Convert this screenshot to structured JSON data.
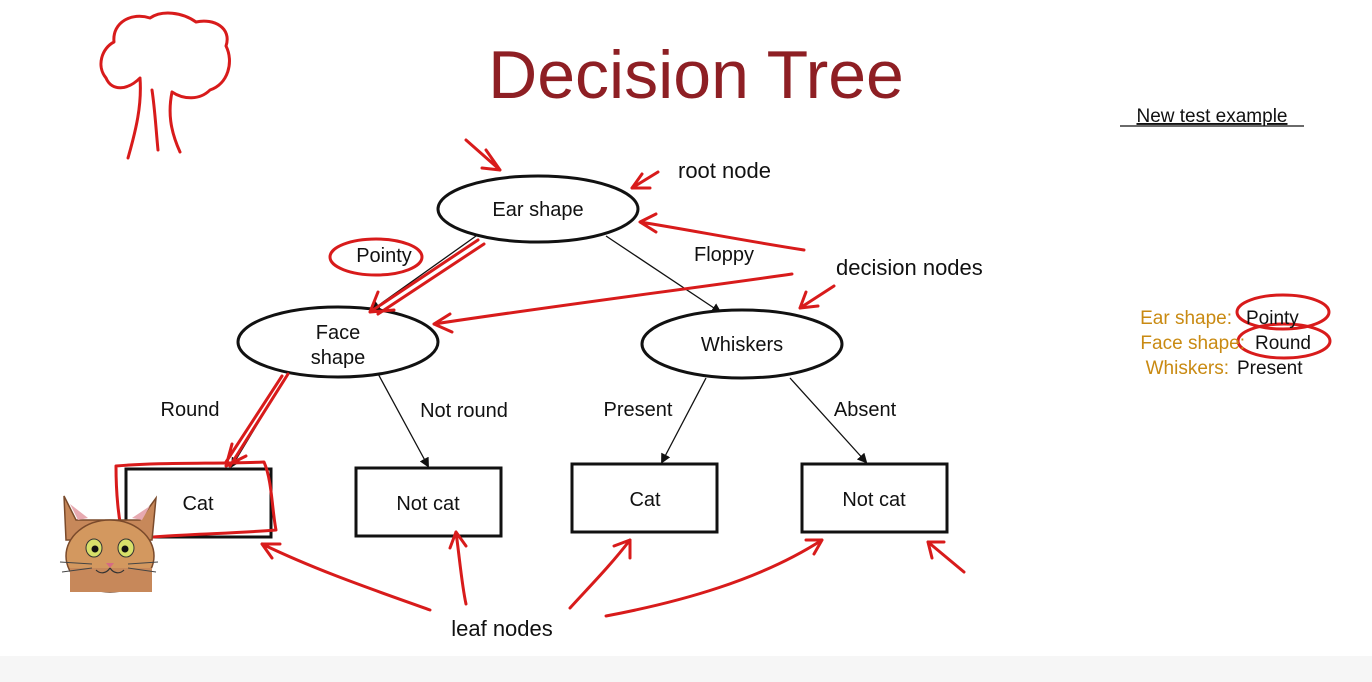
{
  "title": "Decision Tree",
  "test_example": {
    "heading": "New test example",
    "features": [
      {
        "label": "Ear shape:",
        "value": "Pointy"
      },
      {
        "label": "Face shape:",
        "value": "Round"
      },
      {
        "label": "Whiskers:",
        "value": "Present"
      }
    ]
  },
  "nodes": {
    "root": "Ear shape",
    "face_shape_line1": "Face",
    "face_shape_line2": "shape",
    "whiskers": "Whiskers"
  },
  "edges": {
    "pointy": "Pointy",
    "floppy": "Floppy",
    "round": "Round",
    "not_round": "Not round",
    "present": "Present",
    "absent": "Absent"
  },
  "leaves": [
    "Cat",
    "Not cat",
    "Cat",
    "Not cat"
  ],
  "annotations": {
    "root_node": "root node",
    "decision_nodes": "decision nodes",
    "leaf_nodes": "leaf nodes"
  },
  "colors": {
    "title": "#8e1f24",
    "annotation_ink": "#d81b1b",
    "feature_label": "#c98a12"
  }
}
